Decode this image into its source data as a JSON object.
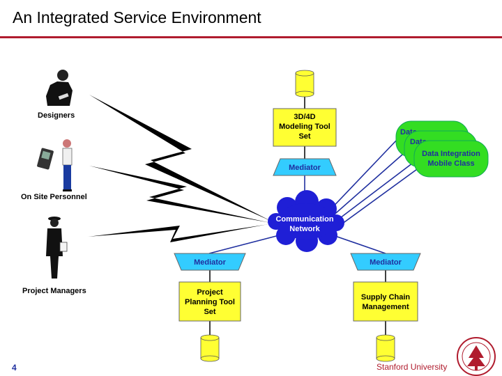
{
  "slide": {
    "title": "An Integrated Service Environment",
    "page_number": "4",
    "footer_org": "Stanford University"
  },
  "people": {
    "designers": "Designers",
    "on_site_personnel": "On Site Personnel",
    "project_managers": "Project Managers"
  },
  "nodes": {
    "modeling_tool_set": [
      "3D/4D",
      "Modeling Tool",
      "Set"
    ],
    "top_mediator": "Mediator",
    "communication_network": [
      "Communication",
      "Network"
    ],
    "left_mediator": "Mediator",
    "right_mediator": "Mediator",
    "project_planning_tool_set": [
      "Project",
      "Planning Tool",
      "Set"
    ],
    "supply_chain_management": [
      "Supply Chain",
      "Management"
    ],
    "data_integration_back_1": "Data",
    "data_integration_back_2": "Data",
    "data_integration_mobile_class": [
      "Data Integration",
      "Mobile Class"
    ]
  },
  "colors": {
    "title_rule": "#b01c2e",
    "box_fill": "#ffff33",
    "mediator_fill": "#33ccff",
    "cloud_fill": "#1f1fd6",
    "mobile_class_fill": "#33dd22",
    "connector_blue": "#1f2f9f",
    "label_blue": "#1f2f9f",
    "footer_red": "#b01c2e"
  }
}
